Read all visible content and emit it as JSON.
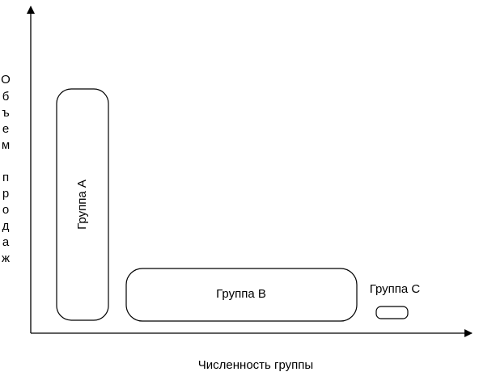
{
  "axes": {
    "x_label": "Численность группы",
    "y_label_letters": [
      "О",
      "б",
      "ъ",
      "е",
      "м",
      "",
      "п",
      "р",
      "о",
      "д",
      "а",
      "ж"
    ]
  },
  "groups": [
    {
      "label": "Группа А"
    },
    {
      "label": "Группа В"
    },
    {
      "label": "Группа С"
    }
  ]
}
